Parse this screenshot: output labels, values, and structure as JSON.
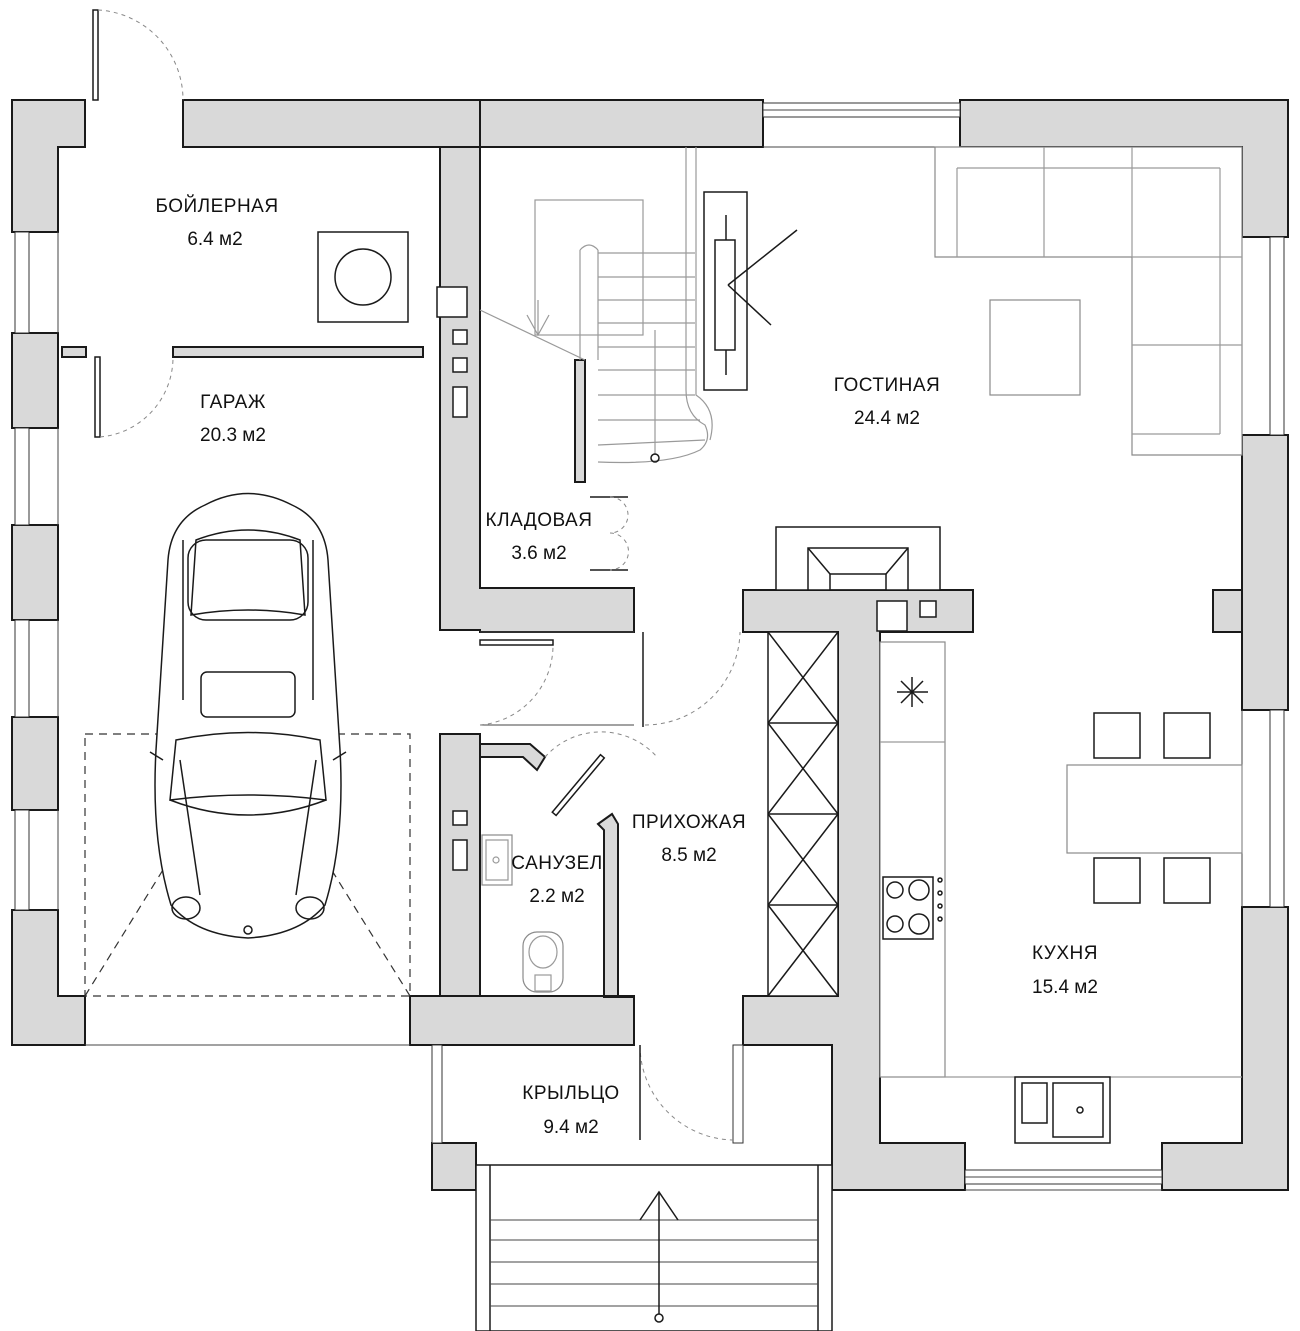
{
  "rooms": {
    "boiler": {
      "name": "БОЙЛЕРНАЯ",
      "area": "6.4 м2"
    },
    "garage": {
      "name": "ГАРАЖ",
      "area": "20.3 м2"
    },
    "pantry": {
      "name": "КЛАДОВАЯ",
      "area": "3.6 м2"
    },
    "living": {
      "name": "ГОСТИНАЯ",
      "area": "24.4 м2"
    },
    "bathroom": {
      "name": "САНУЗЕЛ",
      "area": "2.2 м2"
    },
    "hall": {
      "name": "ПРИХОЖАЯ",
      "area": "8.5 м2"
    },
    "kitchen": {
      "name": "КУХНЯ",
      "area": "15.4 м2"
    },
    "porch": {
      "name": "КРЫЛЬЦО",
      "area": "9.4 м2"
    }
  },
  "colors": {
    "wall_fill": "#d9d9d9",
    "line": "#1a1a1a",
    "background": "#ffffff"
  }
}
